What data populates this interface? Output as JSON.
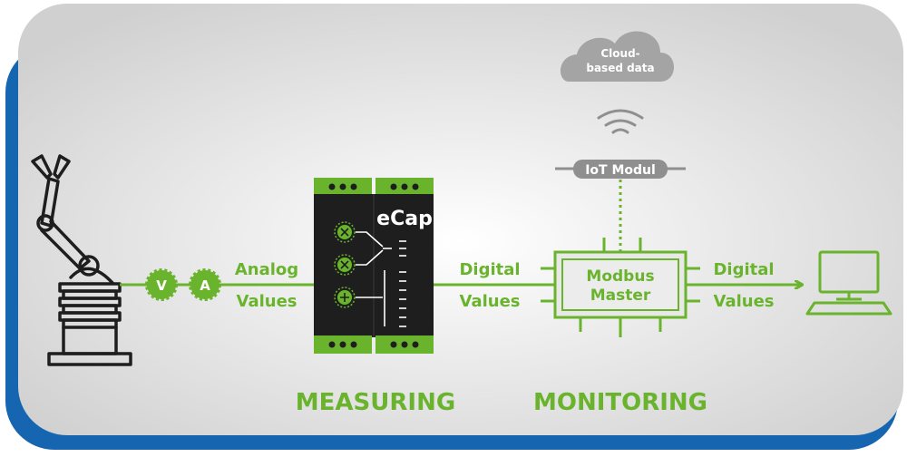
{
  "cloud": {
    "line1": "Cloud-",
    "line2": "based data"
  },
  "iot_module": {
    "label": "IoT Modul"
  },
  "ecap": {
    "label": "eCap"
  },
  "modbus": {
    "line1": "Modbus",
    "line2": "Master"
  },
  "labels": {
    "analog": "Analog",
    "values_1": "Values",
    "digital_1": "Digital",
    "values_2": "Values",
    "digital_2": "Digital",
    "values_3": "Values"
  },
  "meters": {
    "voltage": "V",
    "current": "A"
  },
  "sections": {
    "measuring": "MEASURING",
    "monitoring": "MONITORING"
  },
  "colors": {
    "green": "#6ab42d",
    "dark": "#1e1e1e",
    "frame_blue": "#1565b0",
    "cloud_gray": "#a4a4a4",
    "iot_gray": "#8f8f8f"
  }
}
